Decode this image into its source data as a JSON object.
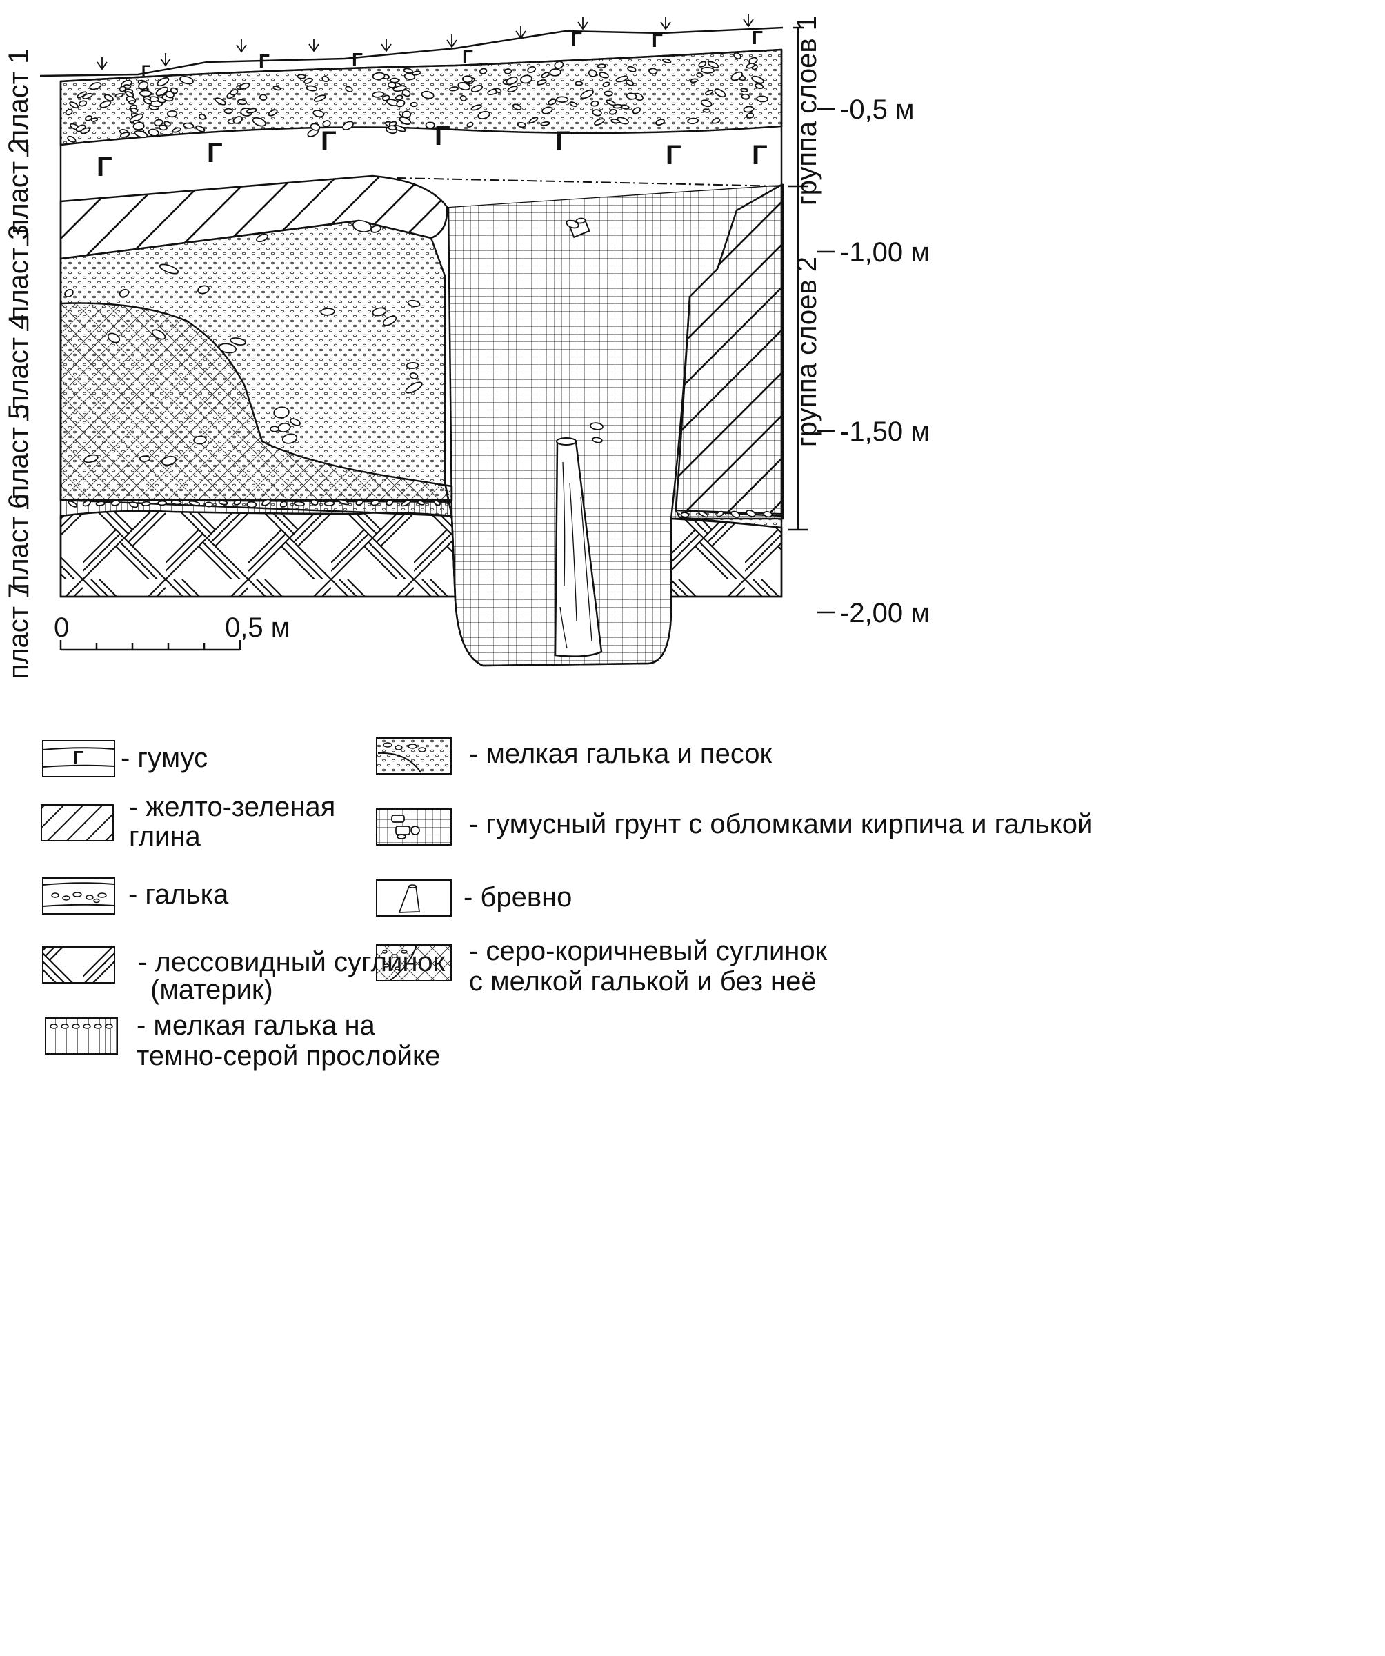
{
  "layer_labels": [
    "пласт 1",
    "пласт 2",
    "пласт 3",
    "пласт 4",
    "пласт 5",
    "пласт 6",
    "пласт 7"
  ],
  "group_labels": [
    "группа слоев 1",
    "группа слоев 2"
  ],
  "depth_labels": [
    "-0,5 м",
    "-1,00 м",
    "-1,50 м",
    "-2,00 м"
  ],
  "scale": {
    "start": "0",
    "end": "0,5 м"
  },
  "humus_mark": "Г",
  "legend": {
    "humus": "- гумус",
    "clay_1": "- желто-зеленая",
    "clay_2": "глина",
    "pebbles": "- галька",
    "loess_1": "- лессовидный суглинок",
    "loess_2": "(материк)",
    "dark_1": "- мелкая галька на",
    "dark_2": "темно-серой прослойке",
    "sand": "- мелкая галька и песок",
    "fill": "- гумусный грунт с обломками кирпича и галькой",
    "log": "- бревно",
    "loam_1": "- серо-коричневый суглинок",
    "loam_2": "с мелкой галькой и без неё"
  },
  "colors": {
    "ink": "#111111",
    "paper": "#ffffff"
  }
}
